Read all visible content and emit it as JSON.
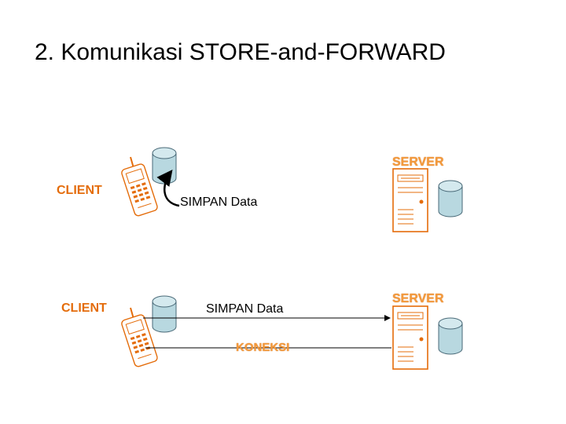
{
  "title": "2. Komunikasi STORE-and-FORWARD",
  "scenario1": {
    "client_label": "CLIENT",
    "action_label": "SIMPAN Data",
    "server_label": "SERVER"
  },
  "scenario2": {
    "client_label": "CLIENT",
    "action_label": "SIMPAN Data",
    "connection_label": "KONEKSI",
    "server_label": "SERVER"
  },
  "colors": {
    "label_orange": "#e46c0a",
    "database_fill": "#b8d8e0",
    "phone_outline": "#e46c0a",
    "server_outline": "#e46c0a",
    "arrow": "#000000"
  },
  "icons": [
    "mobile-phone-icon",
    "database-icon",
    "server-icon"
  ]
}
